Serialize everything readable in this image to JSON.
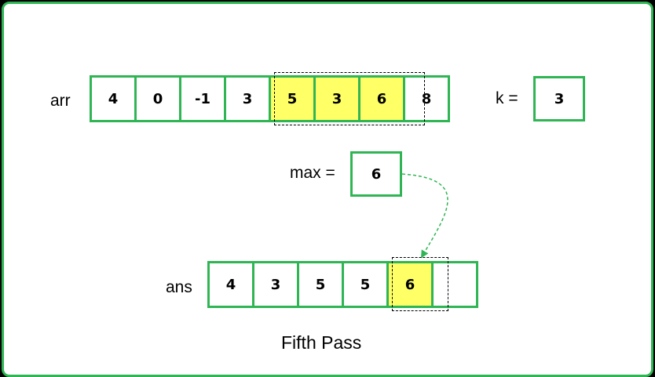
{
  "arr": {
    "label": "arr",
    "values": [
      "4",
      "0",
      "-1",
      "3",
      "5",
      "3",
      "6",
      "8"
    ],
    "window": [
      4,
      6
    ]
  },
  "k": {
    "label": "k =",
    "value": "3"
  },
  "max": {
    "label": "max =",
    "value": "6"
  },
  "ans": {
    "label": "ans",
    "values": [
      "4",
      "3",
      "5",
      "5",
      "6",
      ""
    ],
    "highlight": 4
  },
  "caption": "Fifth Pass",
  "colors": {
    "border_green": "#2fb554",
    "highlight_yellow": "#ffff66",
    "arrow_green": "#2fb554",
    "background": "#ffffff"
  }
}
